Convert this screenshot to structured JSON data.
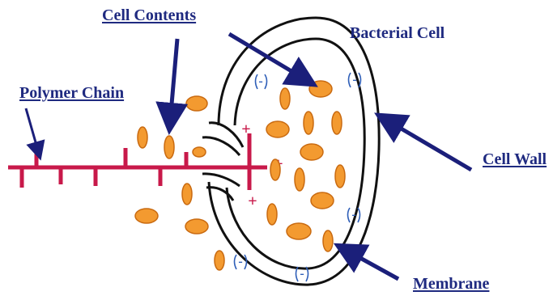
{
  "labels": {
    "cell_contents": "Cell Contents",
    "bacterial_cell": "Bacterial Cell",
    "polymer_chain": "Polymer Chain",
    "cell_wall": "Cell Wall",
    "membrane": "Membrane"
  },
  "charges": {
    "positive": "+",
    "negative": "-"
  },
  "colors": {
    "label": "#1f2a80",
    "arrow": "#1b1f7a",
    "polymer": "#c8194a",
    "granule_fill": "#f39a30",
    "granule_stroke": "#c96a10",
    "membrane_charge": "#2f5fb8",
    "wall_stroke": "#111111"
  }
}
